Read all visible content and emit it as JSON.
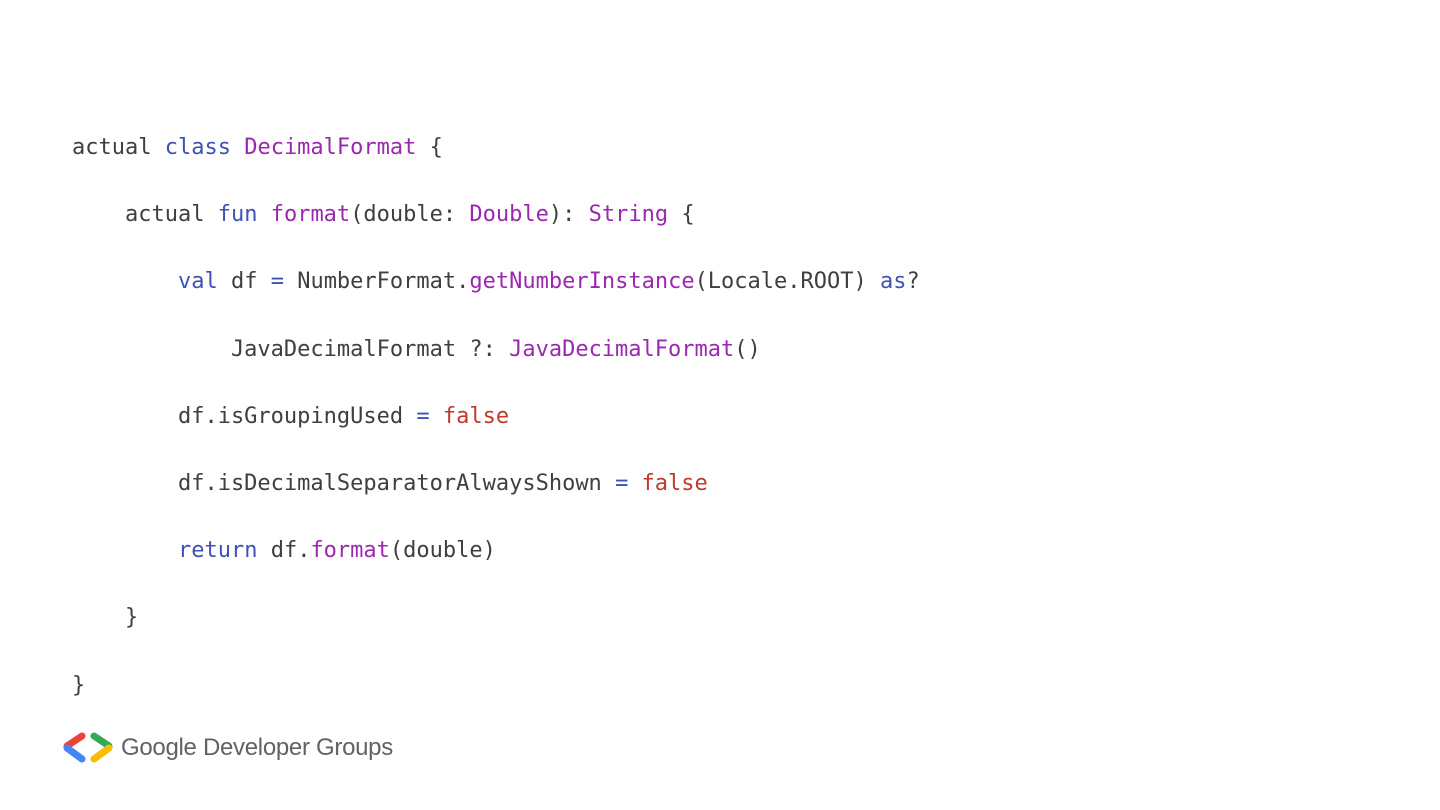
{
  "slide": {
    "code_lines": [
      {
        "tokens": [
          {
            "text": "actual ",
            "kind": "plain"
          },
          {
            "text": "class",
            "kind": "keyword"
          },
          {
            "text": " ",
            "kind": "plain"
          },
          {
            "text": "DecimalFormat",
            "kind": "type"
          },
          {
            "text": " {",
            "kind": "plain"
          }
        ]
      },
      {
        "tokens": [
          {
            "text": "    actual ",
            "kind": "plain"
          },
          {
            "text": "fun",
            "kind": "keyword"
          },
          {
            "text": " ",
            "kind": "plain"
          },
          {
            "text": "format",
            "kind": "func"
          },
          {
            "text": "(double: ",
            "kind": "plain"
          },
          {
            "text": "Double",
            "kind": "type"
          },
          {
            "text": "): ",
            "kind": "plain"
          },
          {
            "text": "String",
            "kind": "type"
          },
          {
            "text": " {",
            "kind": "plain"
          }
        ]
      },
      {
        "tokens": [
          {
            "text": "        ",
            "kind": "plain"
          },
          {
            "text": "val",
            "kind": "keyword"
          },
          {
            "text": " df ",
            "kind": "plain"
          },
          {
            "text": "=",
            "kind": "op"
          },
          {
            "text": " NumberFormat.",
            "kind": "plain"
          },
          {
            "text": "getNumberInstance",
            "kind": "func"
          },
          {
            "text": "(Locale.ROOT) ",
            "kind": "plain"
          },
          {
            "text": "as",
            "kind": "keyword"
          },
          {
            "text": "?",
            "kind": "plain"
          }
        ]
      },
      {
        "tokens": [
          {
            "text": "            JavaDecimalFormat ?: ",
            "kind": "plain"
          },
          {
            "text": "JavaDecimalFormat",
            "kind": "func"
          },
          {
            "text": "()",
            "kind": "plain"
          }
        ]
      },
      {
        "tokens": [
          {
            "text": "        df.isGroupingUsed ",
            "kind": "plain"
          },
          {
            "text": "=",
            "kind": "op"
          },
          {
            "text": " ",
            "kind": "plain"
          },
          {
            "text": "false",
            "kind": "bool"
          }
        ]
      },
      {
        "tokens": [
          {
            "text": "        df.isDecimalSeparatorAlwaysShown ",
            "kind": "plain"
          },
          {
            "text": "=",
            "kind": "op"
          },
          {
            "text": " ",
            "kind": "plain"
          },
          {
            "text": "false",
            "kind": "bool"
          }
        ]
      },
      {
        "tokens": [
          {
            "text": "        ",
            "kind": "plain"
          },
          {
            "text": "return",
            "kind": "keyword"
          },
          {
            "text": " df.",
            "kind": "plain"
          },
          {
            "text": "format",
            "kind": "func"
          },
          {
            "text": "(double)",
            "kind": "plain"
          }
        ]
      },
      {
        "tokens": [
          {
            "text": "    }",
            "kind": "plain"
          }
        ]
      },
      {
        "tokens": [
          {
            "text": "}",
            "kind": "plain"
          }
        ]
      }
    ]
  },
  "footer": {
    "logo_text": "Google Developer Groups",
    "logo_icon": "gdg-logo-icon"
  },
  "colors": {
    "plain": "#3c4043",
    "keyword": "#3f51b5",
    "type": "#9c27b0",
    "func": "#9c27b0",
    "bool": "#c0392b",
    "op": "#3f51b5",
    "logo_red": "#ea4335",
    "logo_blue": "#4285f4",
    "logo_green": "#34a853",
    "logo_yellow": "#fbbc04"
  }
}
